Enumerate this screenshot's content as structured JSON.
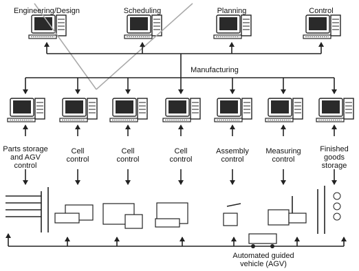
{
  "top_level": [
    {
      "name": "engineering-design",
      "label": "Engineering/Design"
    },
    {
      "name": "scheduling",
      "label": "Scheduling"
    },
    {
      "name": "planning",
      "label": "Planning"
    },
    {
      "name": "control",
      "label": "Control"
    }
  ],
  "hub_label": "Manufacturing",
  "stations": [
    {
      "name": "parts-storage",
      "label": "Parts storage\nand AGV\ncontrol"
    },
    {
      "name": "cell-control-1",
      "label": "Cell\ncontrol"
    },
    {
      "name": "cell-control-2",
      "label": "Cell\ncontrol"
    },
    {
      "name": "cell-control-3",
      "label": "Cell\ncontrol"
    },
    {
      "name": "assembly-control",
      "label": "Assembly\ncontrol"
    },
    {
      "name": "measuring-control",
      "label": "Measuring\ncontrol"
    },
    {
      "name": "finished-goods",
      "label": "Finished\ngoods\nstorage"
    }
  ],
  "agv_label": "Automated guided\nvehicle (AGV)"
}
